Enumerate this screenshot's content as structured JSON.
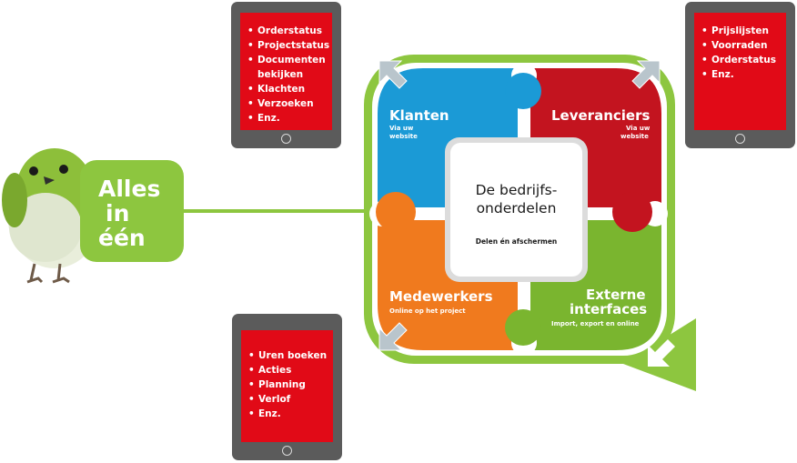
{
  "tablets": {
    "top_left": {
      "items": [
        "Orderstatus",
        "Projectstatus",
        "Documenten bekijken",
        "Klachten",
        "Verzoeken",
        "Enz."
      ]
    },
    "top_right": {
      "items": [
        "Prijslijsten",
        "Voorraden",
        "Orderstatus",
        "Enz."
      ]
    },
    "bottom": {
      "items": [
        "Uren boeken",
        "Acties",
        "Planning",
        "Verlof",
        "Enz."
      ]
    }
  },
  "alles": {
    "line1": "Alles",
    "line2": "in",
    "line3": "één"
  },
  "puzzle": {
    "klanten": {
      "title": "Klanten",
      "sub1": "Via uw",
      "sub2": "website"
    },
    "leveranciers": {
      "title": "Leveranciers",
      "sub1": "Via uw",
      "sub2": "website"
    },
    "medewerkers": {
      "title": "Medewerkers",
      "sub": "Online op het project"
    },
    "externe": {
      "title1": "Externe",
      "title2": "interfaces",
      "sub": "Import, export en online"
    }
  },
  "center": {
    "title1": "De bedrijfs-",
    "title2": "onderdelen",
    "sub": "Delen én afschermen"
  },
  "colors": {
    "green": "#8dc63f",
    "blue": "#1b9ad6",
    "red": "#c3141f",
    "orange": "#f07a1e",
    "tablet_red": "#e10a17",
    "tablet_body": "#5b5b5b"
  },
  "icons": [
    "bird-illustration",
    "expand-arrows-icon"
  ]
}
